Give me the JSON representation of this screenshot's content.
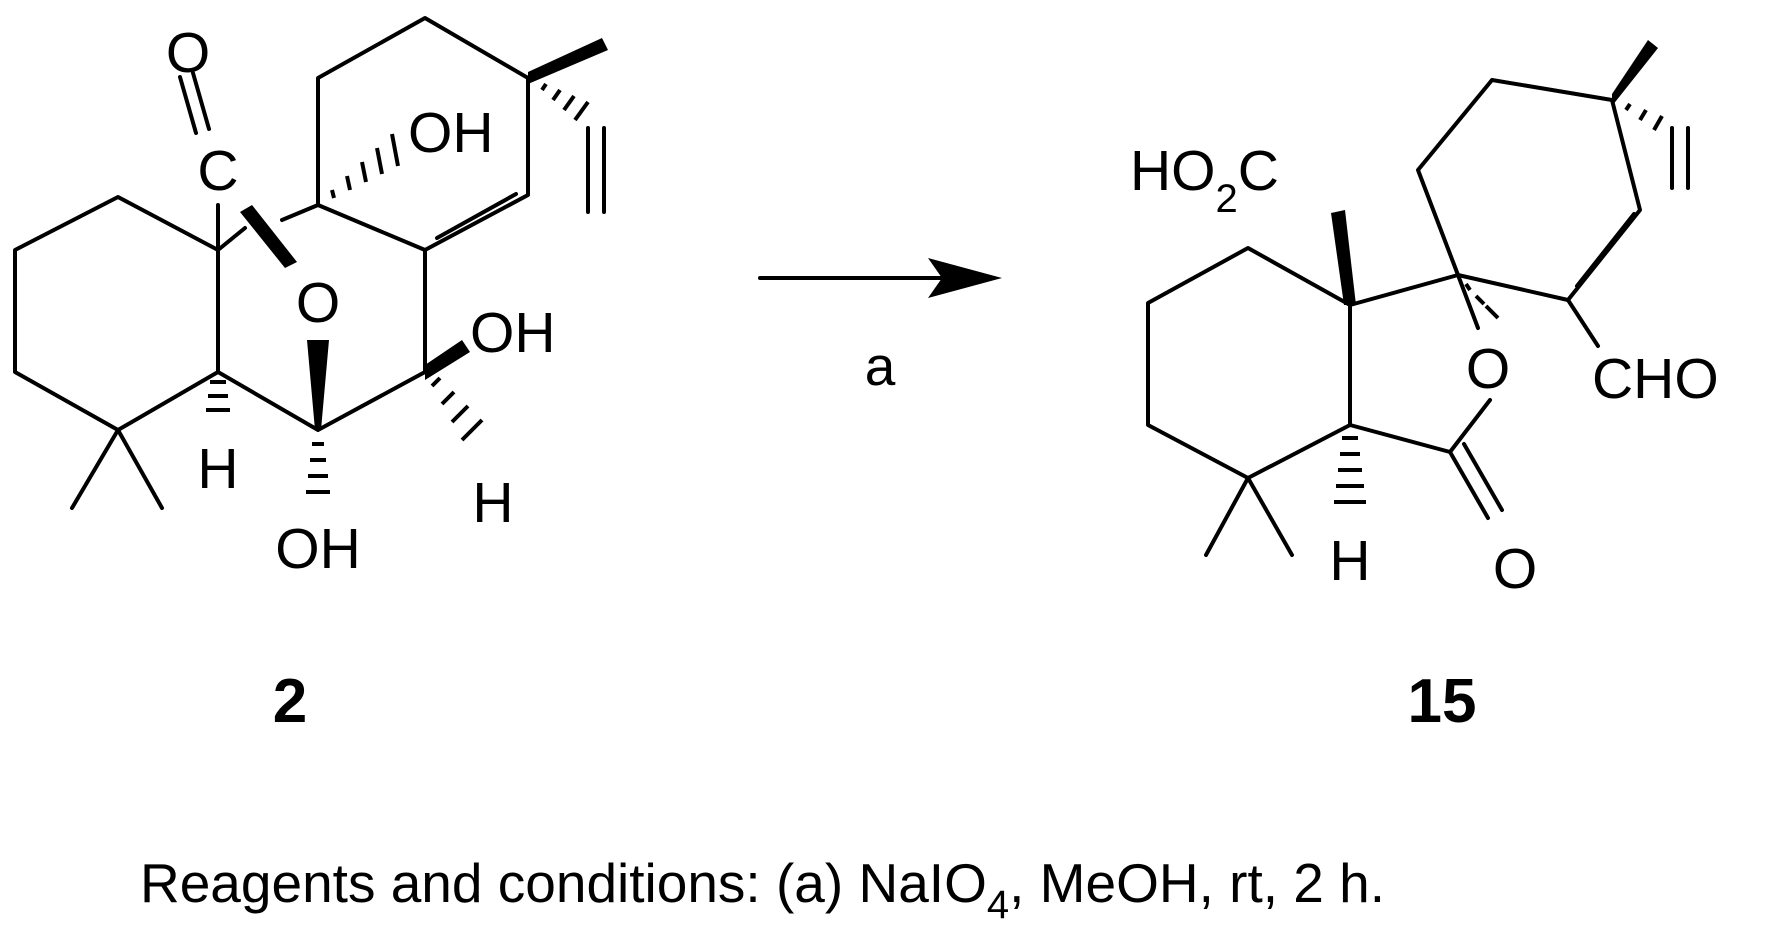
{
  "scheme": {
    "compound_left": {
      "number": "2",
      "labels": {
        "o_top": "O",
        "c_carbonyl": "C",
        "o_ring": "O",
        "oh_top": "OH",
        "oh_right": "OH",
        "oh_bottom": "OH",
        "h_left": "H",
        "h_right": "H"
      }
    },
    "arrow": {
      "reagent": "a"
    },
    "compound_right": {
      "number": "15",
      "labels": {
        "co2h_pre": "HO",
        "co2h_sub": "2",
        "co2h_post": "C",
        "o_ring": "O",
        "cho": "CHO",
        "o_carbonyl": "O",
        "h": "H"
      }
    },
    "caption": {
      "prefix": "Reagents and conditions: (a) NaIO",
      "sub": "4",
      "suffix": ", MeOH, rt, 2 h."
    }
  }
}
